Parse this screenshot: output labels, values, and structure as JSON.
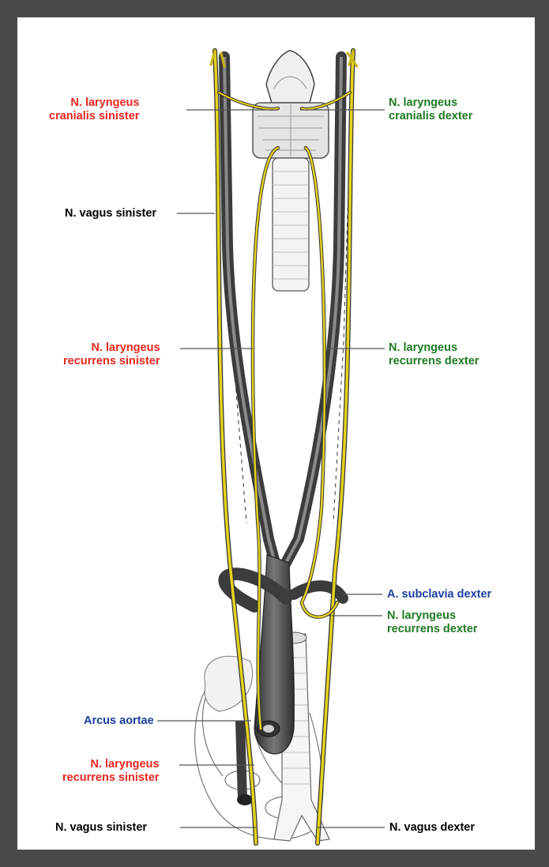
{
  "labels": {
    "laryngeus_cranialis_sinister": [
      "N. laryngeus",
      "cranialis sinister"
    ],
    "laryngeus_cranialis_dexter": [
      "N. laryngeus",
      "cranialis dexter"
    ],
    "vagus_sinister_top": "N. vagus sinister",
    "laryngeus_recurrens_sinister_top": [
      "N. laryngeus",
      "recurrens sinister"
    ],
    "laryngeus_recurrens_dexter_top": [
      "N. laryngeus",
      "recurrens dexter"
    ],
    "subclavia_dexter": "A. subclavia dexter",
    "laryngeus_recurrens_dexter_bottom": [
      "N. laryngeus",
      "recurrens dexter"
    ],
    "arcus_aortae": "Arcus aortae",
    "laryngeus_recurrens_sinister_bottom": [
      "N. laryngeus",
      "recurrens sinister"
    ],
    "vagus_sinister_bottom": "N. vagus sinister",
    "vagus_dexter": "N. vagus dexter"
  },
  "colors": {
    "frame": "#4a4a4a",
    "sinister_label": "#e8261f",
    "dexter_label": "#1e7a22",
    "artery_label": "#1d3e9e",
    "nerve": "#e6d21e",
    "vessel": "#4d4d4d"
  }
}
